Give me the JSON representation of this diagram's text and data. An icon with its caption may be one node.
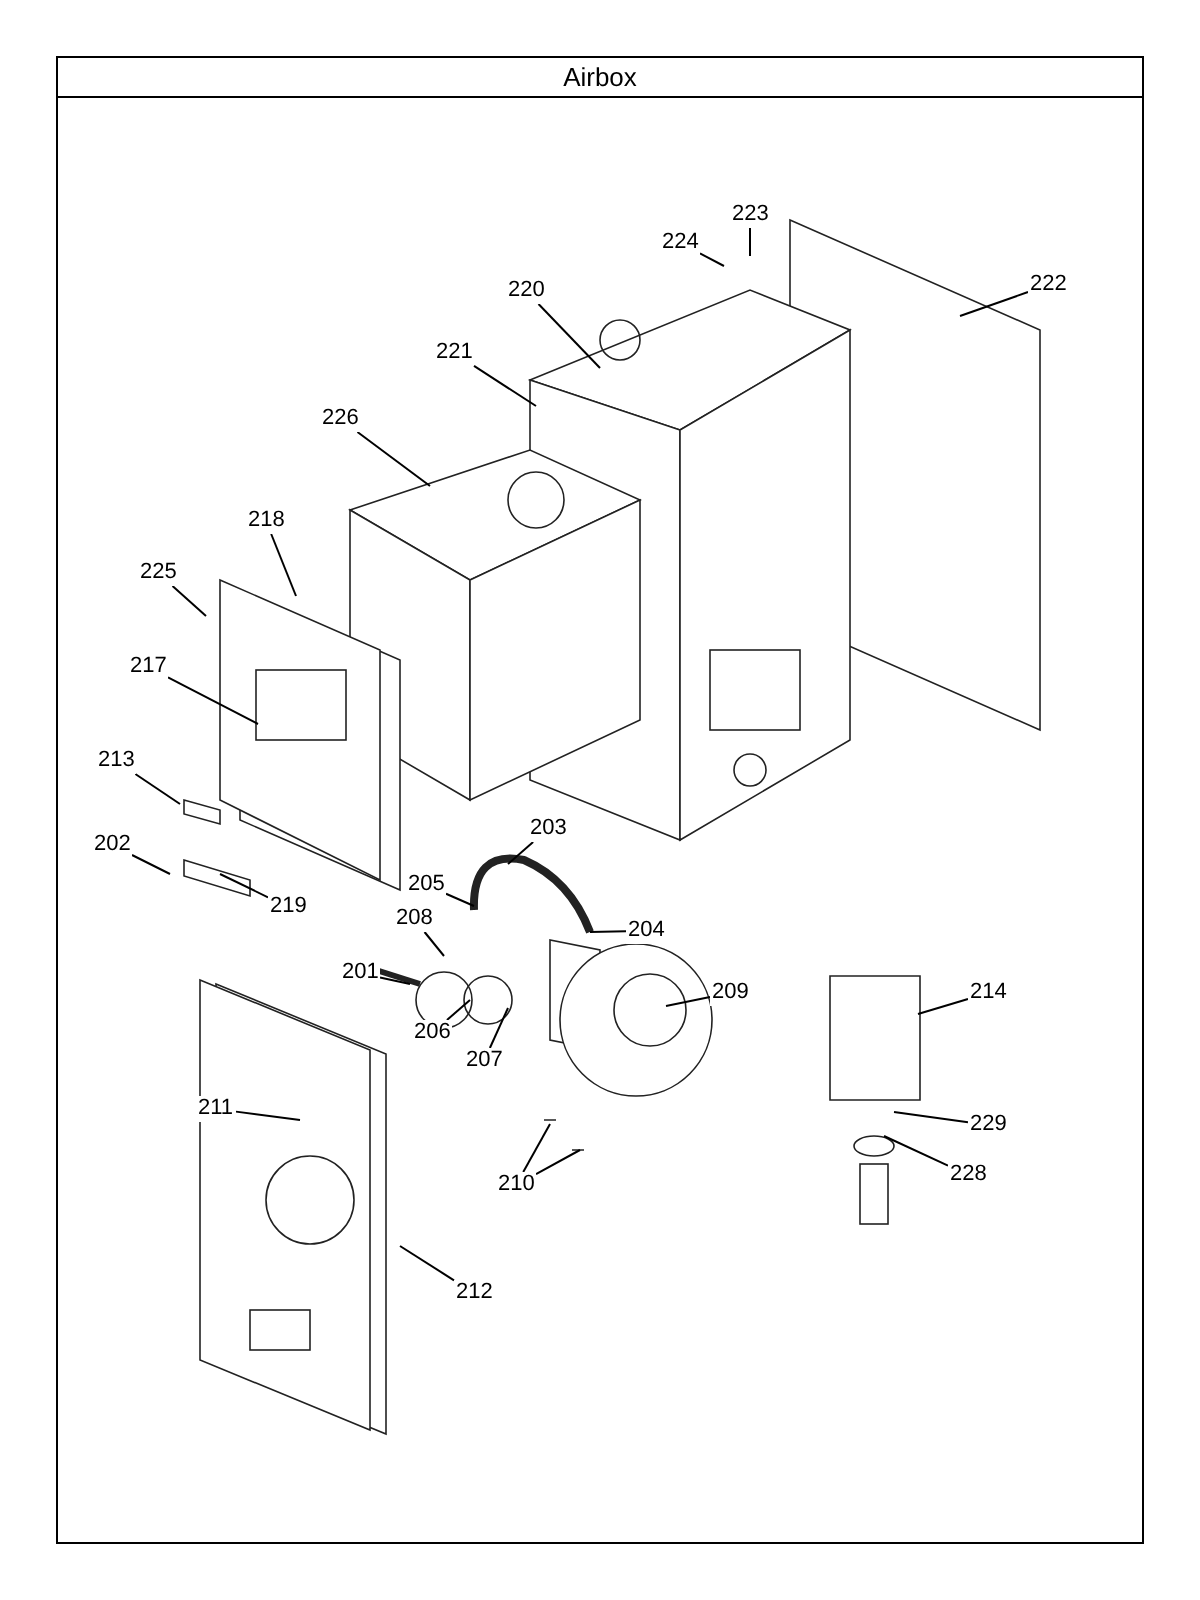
{
  "diagram": {
    "title": "Airbox",
    "nodes": [
      {
        "text": [
          "224"
        ]
      },
      {
        "text": [
          "223"
        ]
      },
      {
        "text": [
          "222"
        ]
      },
      {
        "text": [
          "220"
        ]
      },
      {
        "text": [
          "221"
        ]
      },
      {
        "text": [
          "226"
        ]
      },
      {
        "text": [
          "218"
        ]
      },
      {
        "text": [
          "225"
        ]
      },
      {
        "text": [
          "217"
        ]
      },
      {
        "text": [
          "213"
        ]
      },
      {
        "text": [
          "202"
        ]
      },
      {
        "text": [
          "219"
        ]
      },
      {
        "text": [
          "203"
        ]
      },
      {
        "text": [
          "205"
        ]
      },
      {
        "text": [
          "204"
        ]
      },
      {
        "text": [
          "208"
        ]
      },
      {
        "text": [
          "201"
        ]
      },
      {
        "text": [
          "209"
        ]
      },
      {
        "text": [
          "214"
        ]
      },
      {
        "text": [
          "206"
        ]
      },
      {
        "text": [
          "207"
        ]
      },
      {
        "text": [
          "229"
        ]
      },
      {
        "text": [
          "211"
        ]
      },
      {
        "text": [
          "228"
        ]
      },
      {
        "text": [
          "210"
        ]
      },
      {
        "text": [
          "212"
        ]
      }
    ],
    "edges": [
      {
        "from": 0,
        "to": null,
        "arrow": "none"
      },
      {
        "from": 1,
        "to": null,
        "arrow": "none"
      },
      {
        "from": 2,
        "to": null,
        "arrow": "none"
      },
      {
        "from": 3,
        "to": null,
        "arrow": "none"
      },
      {
        "from": 4,
        "to": null,
        "arrow": "none"
      },
      {
        "from": 5,
        "to": null,
        "arrow": "none"
      },
      {
        "from": 6,
        "to": null,
        "arrow": "none"
      },
      {
        "from": 7,
        "to": null,
        "arrow": "none"
      },
      {
        "from": 8,
        "to": null,
        "arrow": "none"
      },
      {
        "from": 9,
        "to": null,
        "arrow": "none"
      },
      {
        "from": 10,
        "to": null,
        "arrow": "none"
      },
      {
        "from": 11,
        "to": null,
        "arrow": "none"
      },
      {
        "from": 12,
        "to": null,
        "arrow": "none"
      },
      {
        "from": 13,
        "to": null,
        "arrow": "none"
      },
      {
        "from": 14,
        "to": null,
        "arrow": "none"
      },
      {
        "from": 15,
        "to": null,
        "arrow": "none"
      },
      {
        "from": 16,
        "to": null,
        "arrow": "none"
      },
      {
        "from": 17,
        "to": null,
        "arrow": "none"
      },
      {
        "from": 18,
        "to": null,
        "arrow": "none"
      },
      {
        "from": 19,
        "to": null,
        "arrow": "none"
      },
      {
        "from": 20,
        "to": null,
        "arrow": "none"
      },
      {
        "from": 21,
        "to": null,
        "arrow": "none"
      },
      {
        "from": 22,
        "to": null,
        "arrow": "none"
      },
      {
        "from": 23,
        "to": null,
        "arrow": "none"
      },
      {
        "from": 24,
        "to": null,
        "arrow": "none"
      },
      {
        "from": 24,
        "to": null,
        "arrow": "none"
      },
      {
        "from": 25,
        "to": null,
        "arrow": "none"
      }
    ]
  }
}
